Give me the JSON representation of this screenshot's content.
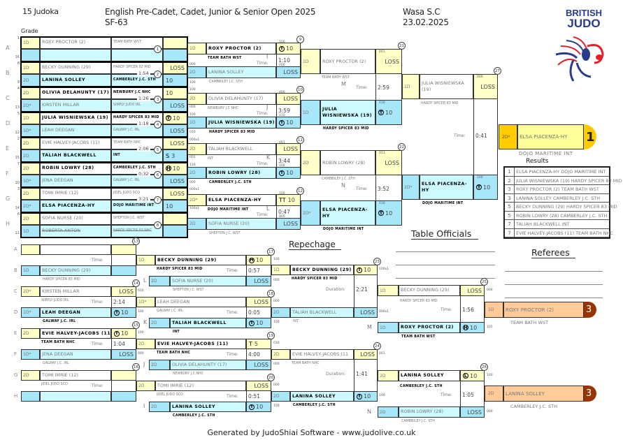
{
  "header": {
    "count": "15 Judoka",
    "title": "English Pre-Cadet, Cadet, Junior & Senior Open 2025",
    "category": "SF-63",
    "venue": "Wasa S.C",
    "date": "23.02.2025",
    "grade_label": "Grade",
    "logo_text_1": "BRITISH",
    "logo_text_2": "JUDO"
  },
  "colors": {
    "yellow": "#FFFFC8",
    "blue": "#A8E6FA",
    "cyan": "#CCFAFF",
    "gold": "#FFCC00",
    "winner_yellow": "#FFFF99",
    "bronze": "#FFCC99",
    "bronze_pill": "#993300",
    "logo_blue": "#283c8c",
    "logo_red": "#e2232b"
  },
  "labels": {
    "time": "Time:",
    "duration": "Duration:",
    "repechage": "Repechage",
    "results": "Results",
    "table_officials": "Table Officials",
    "referees": "Referees",
    "footer": "Generated by JudoShiai Software - www.judolive.co.uk"
  },
  "pools": [
    {
      "letter": "A",
      "match": "1",
      "time": "",
      "entries": [
        {
          "seed": "1",
          "grade": "1D",
          "name": "ROXY PROCTOR (2)",
          "club": "TEAM BATH WST",
          "score": "",
          "mark": "",
          "win": false
        },
        {
          "seed": "16",
          "grade": "",
          "name": "",
          "club": "",
          "score": "",
          "mark": "",
          "win": false
        }
      ]
    },
    {
      "letter": "B",
      "match": "2",
      "time": "1:54",
      "entries": [
        {
          "seed": "8",
          "grade": "1D",
          "name": "BECKY DUNNING (29)",
          "club": "HARDY SPICER 83 MID",
          "score": "LOSS",
          "mark": "",
          "win": false
        },
        {
          "seed": "9",
          "grade": "2D",
          "name": "LANINA SOLLEY",
          "club": "CAMBERLEY J.C. STH",
          "score": "10",
          "mark": "",
          "win": true
        }
      ]
    },
    {
      "letter": "C",
      "match": "3",
      "time": "1:26",
      "entries": [
        {
          "seed": "4",
          "grade": "2D",
          "name": "OLIVIA DELAHUNTY (17)",
          "club": "NEWBURY J.C NHC",
          "score": "10",
          "mark": "",
          "win": true
        },
        {
          "seed": "13",
          "grade": "2D*",
          "name": "KIRSTEN MILLAR",
          "club": "SIMPLY JUDO IRL",
          "score": "LOSS",
          "mark": "",
          "win": false
        }
      ]
    },
    {
      "letter": "D",
      "match": "4",
      "time": "1:18",
      "entries": [
        {
          "seed": "5",
          "grade": "1D",
          "name": "JULIA WISNIEWSKA (19)",
          "club": "HARDY SPICER 83 MID",
          "score": "10",
          "mark": "T",
          "circled": true,
          "win": true
        },
        {
          "seed": "12",
          "grade": "1D*",
          "name": "LEAH DEEGAN",
          "club": "GALWAY J.C. IRL",
          "score": "LOSS",
          "mark": "",
          "win": false
        }
      ]
    },
    {
      "letter": "E",
      "match": "5",
      "time": "2:06",
      "entries": [
        {
          "seed": "2",
          "grade": "2D",
          "name": "EVIE HALVEY-JACOBS (11)",
          "club": "TEAM BATH NHC",
          "score": "LOSS",
          "mark": "",
          "win": false
        },
        {
          "seed": "15",
          "grade": "2D",
          "name": "TALIAH BLACKWELL",
          "club": "INT",
          "score": "3",
          "mark": "S",
          "circled": false,
          "win": true
        }
      ]
    },
    {
      "letter": "F",
      "match": "6",
      "time": "0:32",
      "entries": [
        {
          "seed": "7",
          "grade": "2D",
          "name": "ROBIN LOWRY (28)",
          "club": "CAMBERLEY J.C. STH",
          "score": "10",
          "mark": "H",
          "circled": true,
          "win": true
        },
        {
          "seed": "10",
          "grade": "1D*",
          "name": "JENA DEEGAN",
          "club": "GALWAY J.C. IRL",
          "score": "LOSS",
          "mark": "",
          "win": false
        }
      ]
    },
    {
      "letter": "G",
      "match": "7",
      "time": "3:21",
      "entries": [
        {
          "seed": "3",
          "grade": "2D",
          "name": "TOMI IMRIE (12)",
          "club": "JIDEL JUDO SCO",
          "score": "LOSS",
          "mark": "",
          "win": false
        },
        {
          "seed": "14",
          "grade": "2D*",
          "name": "ELSA PIACENZA-HY",
          "club": "DOJO MARITIME INT",
          "score": "10",
          "mark": "",
          "win": true
        }
      ]
    },
    {
      "letter": "H",
      "match": "8",
      "time": "",
      "entries": [
        {
          "seed": "6",
          "grade": "2D",
          "name": "SOFIA NURSE (20)",
          "club": "SHEPTON J.C. WST",
          "score": "",
          "mark": "",
          "win": false
        },
        {
          "seed": "11",
          "grade": "1D",
          "name": "ROBERTA ANTON",
          "club": "HARDY SPICER 83 NHC",
          "score": "",
          "mark": "",
          "win": false,
          "withdrawn": true
        }
      ]
    }
  ],
  "pool_codes": [
    "000",
    "100",
    "100",
    "000",
    "100",
    "010",
    "000x1",
    "001",
    "110",
    "000",
    "000x1",
    "100x1"
  ],
  "round2": [
    {
      "match": "9",
      "label": "I",
      "time": "1:10",
      "top": {
        "grade": "1D",
        "name": "ROXY PROCTOR (2)",
        "club": "TEAM BATH WST",
        "score": "10",
        "mark": "T",
        "circled": true,
        "code": "100",
        "win": true
      },
      "bottom": {
        "grade": "2D",
        "name": "LANINA SOLLEY",
        "club": "CAMBBILEY J.C. STH",
        "score": "LOSS",
        "mark": "",
        "code": "000",
        "win": false
      }
    },
    {
      "match": "10",
      "label": "J",
      "time": "3:59",
      "top": {
        "grade": "2D",
        "name": "OLIVIA DELAHUNTY (17)",
        "club": "NEWBURY J.C NHC",
        "score": "LOSS",
        "mark": "",
        "code": "000",
        "win": false
      },
      "bottom": {
        "grade": "1D",
        "name": "JULIA WISNIEWSKA (19)",
        "club": "HARDY SPICER 83 MID",
        "score": "10",
        "mark": "T",
        "circled": true,
        "code": "110",
        "win": true
      }
    },
    {
      "match": "11",
      "label": "K",
      "time": "3:44",
      "top": {
        "grade": "2D",
        "name": "TALIAH BLACKWELL",
        "club": "INT",
        "score": "LOSS",
        "mark": "",
        "code": "001",
        "win": false
      },
      "bottom": {
        "grade": "2D",
        "name": "ROBIN LOWRY (28)",
        "club": "CAMBERLEY J.C. STH",
        "score": "10",
        "mark": "T",
        "circled": true,
        "code": "100",
        "win": true
      }
    },
    {
      "match": "12",
      "label": "L",
      "time": "0:47",
      "top": {
        "grade": "2D*",
        "name": "ELSA PIACENZA-HY",
        "club": "DOJO MARITIME INT",
        "score": "10",
        "mark": "TT",
        "circled": false,
        "code": "100",
        "win": true
      },
      "bottom": {
        "grade": "2D",
        "name": "SOFIA NURSE (20)",
        "club": "SHEPTON J.C. WST",
        "score": "LOSS",
        "mark": "",
        "code": "000",
        "win": false
      }
    }
  ],
  "round3": [
    {
      "match": "21",
      "label": "M",
      "time": "2:59",
      "top": {
        "grade": "1D",
        "name": "ROXY PROCTOR (2)",
        "club": "TEAM BATH WST",
        "score": "LOSS",
        "mark": "",
        "code": "001",
        "win": false
      },
      "bottom": {
        "grade": "1D",
        "name": "JULIA WISNIEWSKA (19)",
        "club": "HARDY SPICER 83 MID",
        "score": "10",
        "mark": "T",
        "circled": true,
        "code": "110",
        "win": true
      }
    },
    {
      "match": "22",
      "label": "N",
      "time": "3:52",
      "top": {
        "grade": "2D",
        "name": "ROBIN LOWRY (28)",
        "club": "CAMBBILEY J.C. STH",
        "score": "LOSS",
        "mark": "",
        "code": "011",
        "win": false
      },
      "bottom": {
        "grade": "2D*",
        "name": "ELSA PIACENZA-HY",
        "club": "DOJO MARITIME INT",
        "score": "10",
        "mark": "T",
        "circled": true,
        "code": "110",
        "win": true
      }
    }
  ],
  "final": {
    "match": "27",
    "time": "0:41",
    "top": {
      "grade": "1D",
      "name": "JULIA WISNIEWSKA (19)",
      "club": "HARDY SPICER 83 MID",
      "score": "LOSS",
      "mark": "",
      "code": "000",
      "win": false
    },
    "bottom": {
      "grade": "2D*",
      "name": "ELSA PIACENZA-HY",
      "club": "DOJO MARITIME INT",
      "score": "10",
      "mark": "T",
      "circled": true,
      "code": "100",
      "win": true
    }
  },
  "winner": {
    "grade": "2D*",
    "name": "ELSA PIACENZA-HY",
    "club": "DOJO MARITIME INT",
    "place": "1"
  },
  "results": [
    {
      "place": "1",
      "text": "ELSA PIACENZA-HY DOJO MARITIME INT"
    },
    {
      "place": "2",
      "text": "JULIA WISNIEWSKA (19) HARDY SPICER 83 MID"
    },
    {
      "place": "3",
      "text": "ROXY PROCTOR (2) TEAM BATH WST"
    },
    {
      "place": "3",
      "text": "LANINA SOLLEY CAMBERLEY J.C. STH"
    },
    {
      "place": "5",
      "text": "BECKY DUNNING (29) HARDY SPICER 83 MID"
    },
    {
      "place": "5",
      "text": "ROBIN LOWRY (28) CAMBERLEY J.C. STH"
    },
    {
      "place": "7",
      "text": "TALIAH BLACKWELL   INT"
    },
    {
      "place": "7",
      "text": "EVIE HALVEY-JACOBS (11) TEAM BATH NHC"
    }
  ],
  "rep_round1": [
    {
      "match": "13",
      "time": "",
      "top": {
        "letter": "A",
        "grade": "",
        "name": "",
        "club": "",
        "score": "",
        "mark": "",
        "code": "",
        "win": false
      },
      "bottom": {
        "letter": "B",
        "grade": "1D",
        "name": "BECKY DUNNING (29)",
        "club": "HARDY SPICER 83 MID",
        "score": "",
        "mark": "",
        "code": "",
        "win": false
      }
    },
    {
      "match": "14",
      "time": "2:14",
      "top": {
        "letter": "C",
        "grade": "2D*",
        "name": "KIRSTEN MILLAR",
        "club": "SIMPLY JUDO IRL",
        "score": "LOSS",
        "mark": "",
        "code": "010",
        "win": false
      },
      "bottom": {
        "letter": "D",
        "grade": "1D*",
        "name": "LEAH DEEGAN",
        "club": "GALWAY J.C. IRL",
        "score": "10",
        "mark": "T",
        "circled": true,
        "code": "100",
        "win": true
      }
    },
    {
      "match": "15",
      "time": "1:04",
      "top": {
        "letter": "E",
        "grade": "2D",
        "name": "EVIE HALVEY-JACOBS (11)",
        "club": "TEAM BATH NHC",
        "score": "10",
        "mark": "T",
        "circled": true,
        "code": "100",
        "win": true
      },
      "bottom": {
        "letter": "F",
        "grade": "1D*",
        "name": "JENA DEEGAN",
        "club": "GALWAY J.C. IRL",
        "score": "LOSS",
        "mark": "",
        "code": "000",
        "win": false
      }
    },
    {
      "match": "16",
      "time": "",
      "top": {
        "letter": "G",
        "grade": "2D",
        "name": "TOMI IMRIE (12)",
        "club": "JIDEL JUDO SCO",
        "score": "",
        "mark": "",
        "code": "",
        "win": false
      },
      "bottom": {
        "letter": "H",
        "grade": "",
        "name": "",
        "club": "",
        "score": "",
        "mark": "",
        "code": "",
        "win": false
      }
    }
  ],
  "rep_round2": [
    {
      "match": "17",
      "label": "L",
      "time": "0:57",
      "top": {
        "grade": "1D",
        "name": "BECKY DUNNING (29)",
        "club": "HARDY SPICER 83 MID",
        "score": "10",
        "mark": "H",
        "circled": true,
        "code": "100",
        "win": true
      },
      "bottom": {
        "grade": "2D",
        "name": "SOFIA NURSE (20)",
        "club": "SHEPTON J.C. WST",
        "score": "LOSS",
        "mark": "",
        "code": "000",
        "win": false
      }
    },
    {
      "match": "18",
      "label": "K",
      "time": "0:05",
      "top": {
        "grade": "1D*",
        "name": "LEAH DEEGAN",
        "club": "GALWAY J.C. IRL",
        "score": "LOSS",
        "mark": "",
        "code": "000",
        "win": false
      },
      "bottom": {
        "grade": "2D",
        "name": "TALIAH BLACKWELL",
        "club": "INT",
        "score": "10",
        "mark": "T",
        "circled": true,
        "code": "100",
        "win": true
      }
    },
    {
      "match": "19",
      "label": "J",
      "time": "4:00",
      "top": {
        "grade": "2D",
        "name": "EVIE HALVEY-JACOBS (11)",
        "club": "TEAM BATH NHC",
        "score": "5",
        "mark": "T",
        "circled": false,
        "code": "010",
        "win": true
      },
      "bottom": {
        "grade": "2D",
        "name": "OLIVIA DELAHUNTY (17)",
        "club": "NEWBURY J.C.NHC",
        "score": "LOSS",
        "mark": "",
        "code": "000",
        "win": false
      }
    },
    {
      "match": "20",
      "label": "I",
      "time": "0:51",
      "top": {
        "grade": "2D",
        "name": "TOMI IMRIE (12)",
        "club": "JIDEL JUDO SCO",
        "score": "LOSS",
        "mark": "",
        "code": "000",
        "win": false
      },
      "bottom": {
        "grade": "2D",
        "name": "LANINA SOLLEY",
        "club": "CAMBERLEY J.C. STH",
        "score": "10",
        "mark": "T",
        "circled": true,
        "code": "100",
        "win": true
      }
    }
  ],
  "rep_round3": [
    {
      "match": "23",
      "time": "2:21",
      "top": {
        "grade": "1D",
        "name": "BECKY DUNNING (29)",
        "club": "HARDY SPICER 83 MID",
        "score": "10",
        "mark": "T",
        "circled": true,
        "code": "100x1",
        "win": true
      },
      "bottom": {
        "grade": "2D",
        "name": "TALIAH BLACKWELL",
        "club": "INT",
        "score": "LOSS",
        "mark": "",
        "code": "000x1",
        "win": false
      }
    },
    {
      "match": "24",
      "time": "1:41",
      "top": {
        "grade": "2D",
        "name": "EVIE HALVEY-JACOBS (11",
        "club": "TEAM BATH NHC",
        "score": "LOSS",
        "mark": "",
        "code": "001",
        "win": false
      },
      "bottom": {
        "grade": "2D",
        "name": "LANINA SOLLEY",
        "club": "CAMBERLEY J.C. STH",
        "score": "10",
        "mark": "T",
        "circled": true,
        "code": "100",
        "win": true
      }
    }
  ],
  "bronze": [
    {
      "match": "25",
      "label": "M",
      "time": "1:56",
      "top": {
        "grade": "1D",
        "name": "BECKY DUNNING (29)",
        "club": "HARDY SPICER 83 MID",
        "score": "LOSS",
        "mark": "",
        "code": "000",
        "win": false
      },
      "bottom": {
        "grade": "1D",
        "name": "ROXY PROCTOR (2)",
        "club": "TEAM BATH WST",
        "score": "10",
        "mark": "H",
        "circled": true,
        "code": "101",
        "win": true
      }
    },
    {
      "match": "26",
      "label": "N",
      "time": "1:05",
      "top": {
        "grade": "2D",
        "name": "LANINA SOLLEY",
        "club": "CAMBERLEY J.C. STH",
        "score": "10",
        "mark": "L",
        "circled": true,
        "code": "100",
        "win": true
      },
      "bottom": {
        "grade": "2D",
        "name": "ROBIN LOWRY (28)",
        "club": "CAMBBILEY J.C. STH",
        "score": "LOSS",
        "mark": "",
        "code": "000",
        "win": false
      }
    }
  ],
  "bronze_results": [
    {
      "grade": "1D",
      "name": "ROXY PROCTOR (2)",
      "club": "TEAM BATH WST",
      "place": "3"
    },
    {
      "grade": "2D",
      "name": "LANINA SOLLEY",
      "club": "CAMBERLEY J.C. STH",
      "place": "3"
    }
  ]
}
